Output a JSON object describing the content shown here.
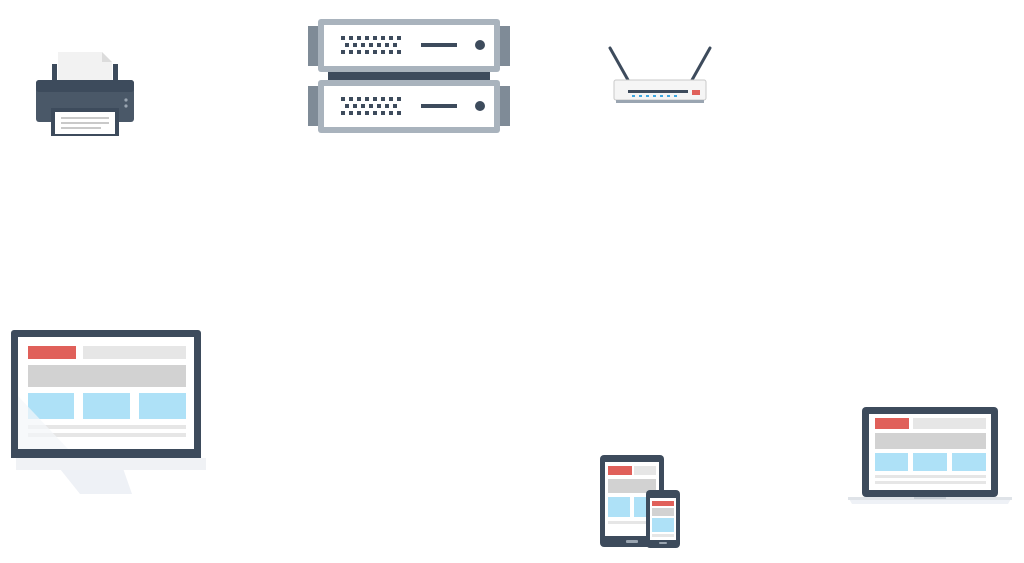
{
  "canvas": {
    "background": "#ffffff"
  },
  "colors": {
    "dark": "#3d4b5c",
    "gray": "#a9b3bd",
    "light_gray": "#e6e6e6",
    "mid_gray": "#d2d2d2",
    "accent_red": "#e0605a",
    "screen_blue": "#aee1f7",
    "paper": "#f2f2f2"
  },
  "devices": [
    {
      "id": "printer",
      "icon": "printer-icon"
    },
    {
      "id": "server",
      "icon": "server-rack-icon"
    },
    {
      "id": "router",
      "icon": "wifi-router-icon"
    },
    {
      "id": "monitor",
      "icon": "desktop-monitor-icon"
    },
    {
      "id": "tablets",
      "icon": "tablet-and-phone-icon"
    },
    {
      "id": "laptop",
      "icon": "laptop-icon"
    }
  ]
}
